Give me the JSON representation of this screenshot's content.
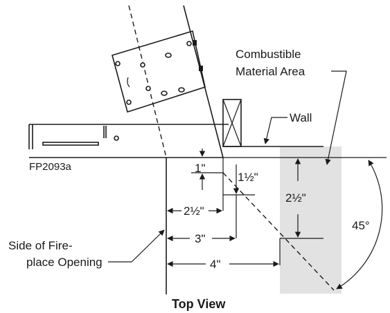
{
  "figure_code": "FP2093a",
  "view_title": "Top View",
  "labels": {
    "combustible_line1": "Combustible",
    "combustible_line2": "Material Area",
    "wall": "Wall",
    "side_line1": "Side of Fire-",
    "side_line2": "place Opening"
  },
  "dimensions": {
    "d_1": "1\"",
    "d_1_5": "1½\"",
    "d_2_5_horizontal": "2½\"",
    "d_2_5_vertical": "2½\"",
    "d_3": "3\"",
    "d_4": "4\"",
    "angle": "45°"
  },
  "colors": {
    "combustible_fill": "#e2e2e2",
    "line": "#1a1a1a"
  }
}
